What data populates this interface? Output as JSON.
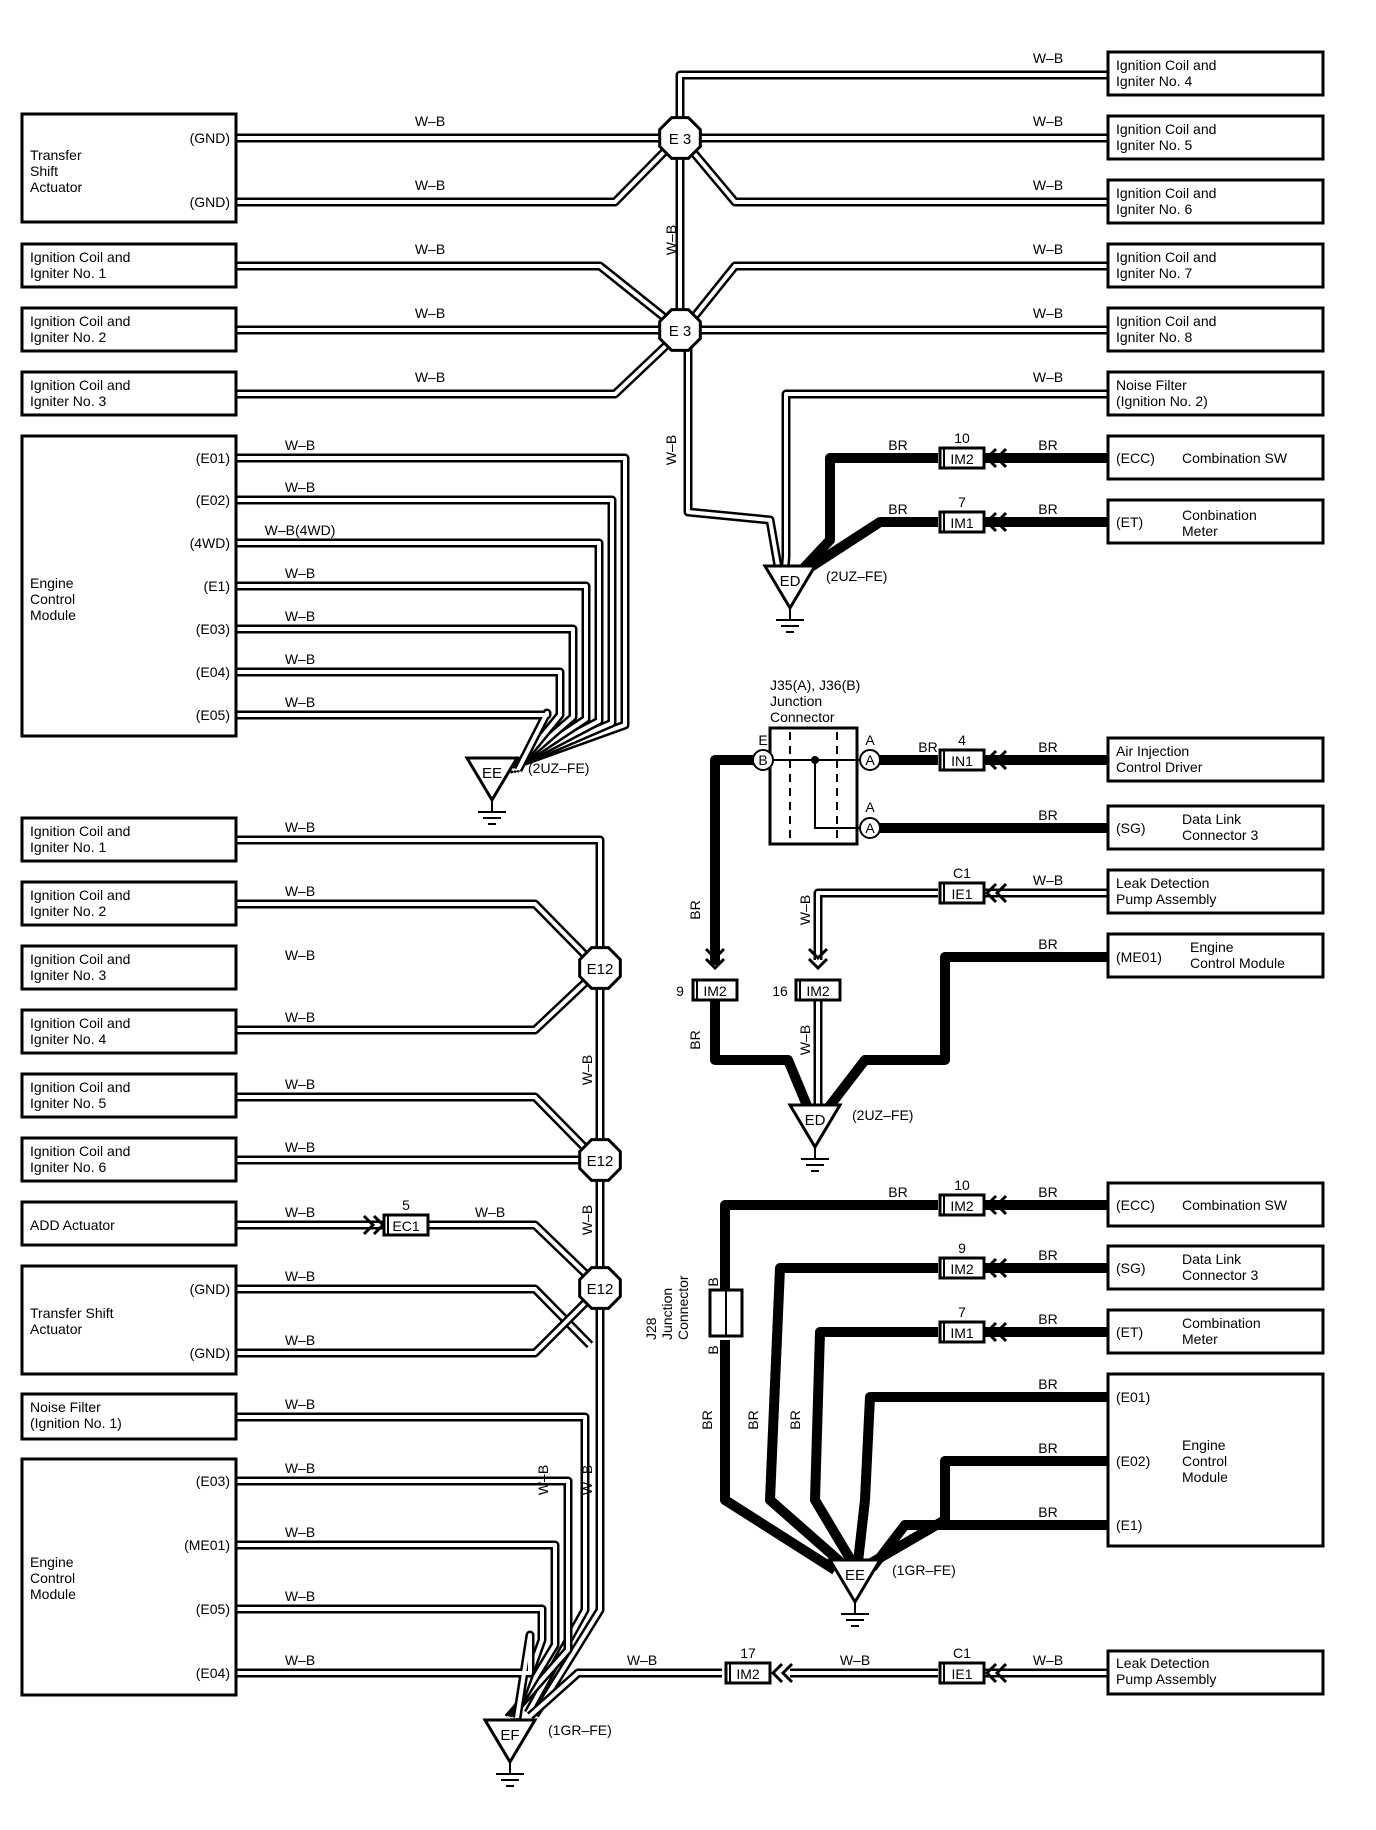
{
  "wire_colors": {
    "wb": "W–B",
    "wb_4wd": "W–B(4WD)",
    "br": "BR"
  },
  "colors": {
    "line": "#000000",
    "background": "#ffffff"
  },
  "splices": {
    "e3": "E 3",
    "e12": "E12"
  },
  "grounds": {
    "ed": "ED",
    "ee": "EE",
    "ef": "EF",
    "uz": "(2UZ–FE)",
    "gr": "(1GR–FE)"
  },
  "labels": {
    "transfer_shift_actuator": [
      "Transfer",
      "Shift",
      "Actuator"
    ],
    "transfer_shift_actuator_2": [
      "Transfer Shift",
      "Actuator"
    ],
    "coil_1": [
      "Ignition Coil and",
      "Igniter No. 1"
    ],
    "coil_2": [
      "Ignition Coil and",
      "Igniter No. 2"
    ],
    "coil_3": [
      "Ignition Coil and",
      "Igniter No. 3"
    ],
    "coil_4": [
      "Ignition Coil and",
      "Igniter No. 4"
    ],
    "coil_5": [
      "Ignition Coil and",
      "Igniter No. 5"
    ],
    "coil_6": [
      "Ignition Coil and",
      "Igniter No. 6"
    ],
    "coil_7": [
      "Ignition Coil and",
      "Igniter No. 7"
    ],
    "coil_8": [
      "Ignition Coil and",
      "Igniter No. 8"
    ],
    "ecm": [
      "Engine",
      "Control",
      "Module"
    ],
    "noise_filter_2": [
      "Noise Filter",
      "(Ignition No. 2)"
    ],
    "noise_filter_1": [
      "Noise Filter",
      "(Ignition No. 1)"
    ],
    "combination_sw": "Combination SW",
    "conbination_meter": [
      "Conbination",
      "Meter"
    ],
    "combination_meter": [
      "Combination",
      "Meter"
    ],
    "air_injection": [
      "Air Injection",
      "Control Driver"
    ],
    "data_link": [
      "Data Link",
      "Connector 3"
    ],
    "leak_detection": [
      "Leak Detection",
      "Pump Assembly"
    ],
    "ecm_inline": [
      "Engine",
      "Control Module"
    ],
    "add_actuator": "ADD Actuator",
    "junction_j35": [
      "J35(A), J36(B)",
      "Junction",
      "Connector"
    ],
    "junction_j28": [
      "J28",
      "Junction",
      "Connector"
    ]
  },
  "pins": {
    "gnd": "(GND)",
    "e01": "(E01)",
    "e02": "(E02)",
    "wd4": "(4WD)",
    "e1": "(E1)",
    "e03": "(E03)",
    "e04": "(E04)",
    "e05": "(E05)",
    "me01": "(ME01)",
    "ecc": "(ECC)",
    "et": "(ET)",
    "sg": "(SG)",
    "e01_b": "(E01)",
    "e02_b": "(E02)",
    "e1_b": "(E1)"
  },
  "connectors": {
    "im2": "IM2",
    "im1": "IM1",
    "in1": "IN1",
    "ie1": "IE1",
    "ec1": "EC1",
    "n10": "10",
    "n7": "7",
    "n4": "4",
    "n9": "9",
    "n16": "16",
    "n17": "17",
    "n5": "5",
    "c1": "C1",
    "pin_a": "A",
    "pin_b": "B",
    "pin_e": "E",
    "pin_bj": "B"
  }
}
